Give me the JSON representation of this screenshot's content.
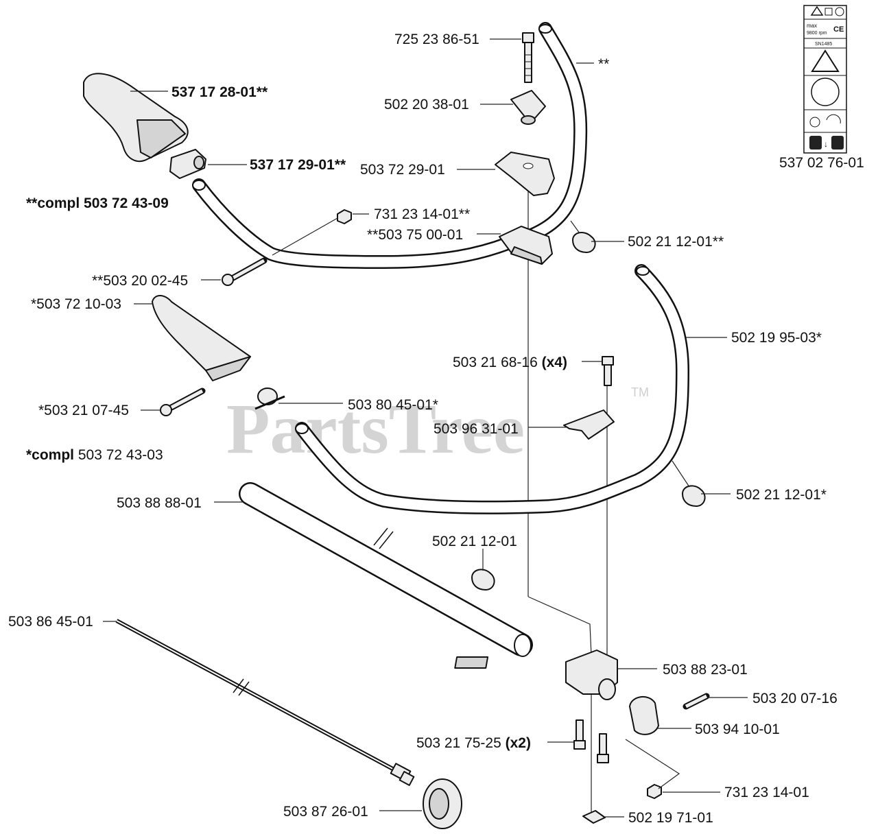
{
  "watermark": {
    "text": "PartsTree",
    "trademark": "TM"
  },
  "parts": [
    {
      "id": "p1",
      "label": "725 23 86-51"
    },
    {
      "id": "p2",
      "label": "537 17 28-01**",
      "bold": true
    },
    {
      "id": "p3",
      "label": "502 20 38-01"
    },
    {
      "id": "p4",
      "label": "537 17 29-01**",
      "bold": true
    },
    {
      "id": "p5",
      "label": "503 72 29-01"
    },
    {
      "id": "p6",
      "label": "**compl 503 72 43-09",
      "bold": true
    },
    {
      "id": "p7",
      "label": "731 23 14-01**"
    },
    {
      "id": "p8",
      "label": "**503 75 00-01"
    },
    {
      "id": "p9",
      "label": "502 21 12-01**"
    },
    {
      "id": "p10",
      "label": "**503 20 02-45"
    },
    {
      "id": "p11",
      "label": "*503 72 10-03"
    },
    {
      "id": "p12",
      "label": "502 19 95-03*"
    },
    {
      "id": "p13",
      "label": "503 21 68-16",
      "suffix": "(x4)"
    },
    {
      "id": "p14",
      "label": "*503 21 07-45"
    },
    {
      "id": "p15",
      "label": "503 80 45-01*"
    },
    {
      "id": "p16",
      "label": "503 96 31-01"
    },
    {
      "id": "p17",
      "prefix": "*compl",
      "label": "503 72 43-03"
    },
    {
      "id": "p18",
      "label": "502 21 12-01*"
    },
    {
      "id": "p19",
      "label": "503 88 88-01"
    },
    {
      "id": "p20",
      "label": "502 21 12-01"
    },
    {
      "id": "p21",
      "label": "503 86 45-01"
    },
    {
      "id": "p22",
      "label": "503 88 23-01"
    },
    {
      "id": "p23",
      "label": "503 20 07-16"
    },
    {
      "id": "p24",
      "label": "503 21 75-25",
      "suffix": "(x2)"
    },
    {
      "id": "p25",
      "label": "503 94 10-01"
    },
    {
      "id": "p26",
      "label": "731 23 14-01"
    },
    {
      "id": "p27",
      "label": "503 87 26-01"
    },
    {
      "id": "p28",
      "label": "502 19 71-01"
    },
    {
      "id": "p29",
      "label": "537 02 76-01"
    }
  ],
  "decal": {
    "lines": [
      "max",
      "9800 rpm",
      "CE",
      "SN1485"
    ]
  },
  "leader_line": {
    "label": "**"
  }
}
